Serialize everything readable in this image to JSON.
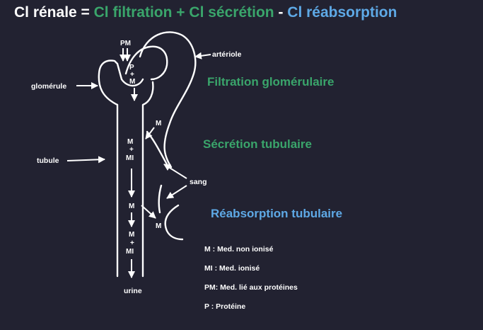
{
  "title": {
    "part1": "Cl rénale = ",
    "part2": "Cl filtration + Cl sécrétion",
    "part3": " - ",
    "part4": "Cl réabsorption"
  },
  "sections": {
    "filtration": "Filtration glomérulaire",
    "secretion": "Sécrétion tubulaire",
    "reabsorption": "Réabsorption tubulaire"
  },
  "labels": {
    "glomerule": "glomérule",
    "tubule": "tubule",
    "arteriole": "artériole",
    "sang": "sang",
    "urine": "urine",
    "pm": "PM",
    "p": "P",
    "plus": "+",
    "m": "M",
    "mi": "MI"
  },
  "legend": [
    "M : Med. non ionisé",
    "MI : Med. ionisé",
    "PM: Med. lié aux protéines",
    "P : Protéine"
  ],
  "colors": {
    "background": "#222231",
    "green": "#3aa56b",
    "blue": "#5ea9e6",
    "white": "#ffffff"
  }
}
